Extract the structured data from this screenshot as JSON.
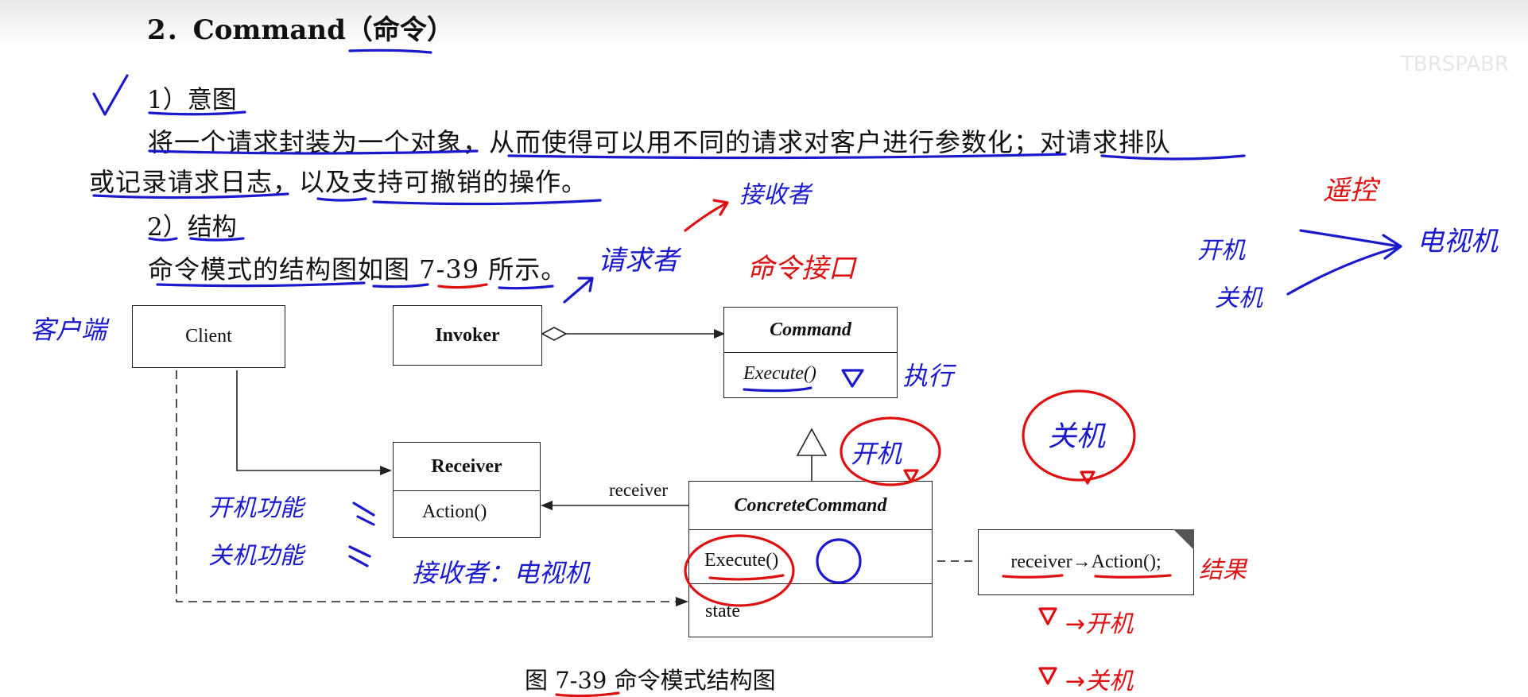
{
  "document": {
    "heading": "2．Command（命令）",
    "intent_heading": "1）意图",
    "intent_line1": "将一个请求封装为一个对象，从而使得可以用不同的请求对客户进行参数化；对请求排队",
    "intent_line2": "或记录请求日志，以及支持可撤销的操作。",
    "structure_heading": "2）结构",
    "structure_text": "命令模式的结构图如图 7-39 所示。",
    "caption": "图 7-39   命令模式结构图",
    "watermark": "TBRSPABR"
  },
  "diagram": {
    "client": "Client",
    "invoker": "Invoker",
    "command": "Command",
    "command_op": "Execute()",
    "receiver": "Receiver",
    "receiver_op": "Action()",
    "concrete": "ConcreteCommand",
    "concrete_op": "Execute()",
    "concrete_state": "state",
    "assoc_label": "receiver",
    "note": "receiver→Action();"
  },
  "annotations": {
    "client_note": "客户端",
    "requester": "请求者",
    "receiver_note": "接收者",
    "interface_note": "命令接口",
    "execute_note": "执行",
    "power_on_a": "开机",
    "power_off_a": "关机",
    "on_func": "开机功能",
    "off_func": "关机功能",
    "receiver_tv": "接收者：电视机",
    "result_note": "结果",
    "on_arrow": "→开机",
    "off_arrow": "→关机",
    "right_on": "开机",
    "right_off": "关机",
    "remote": "遥控",
    "tv": "电视机"
  },
  "colors": {
    "ink_blue": "#1a1acc",
    "ink_red": "#dd1111"
  }
}
